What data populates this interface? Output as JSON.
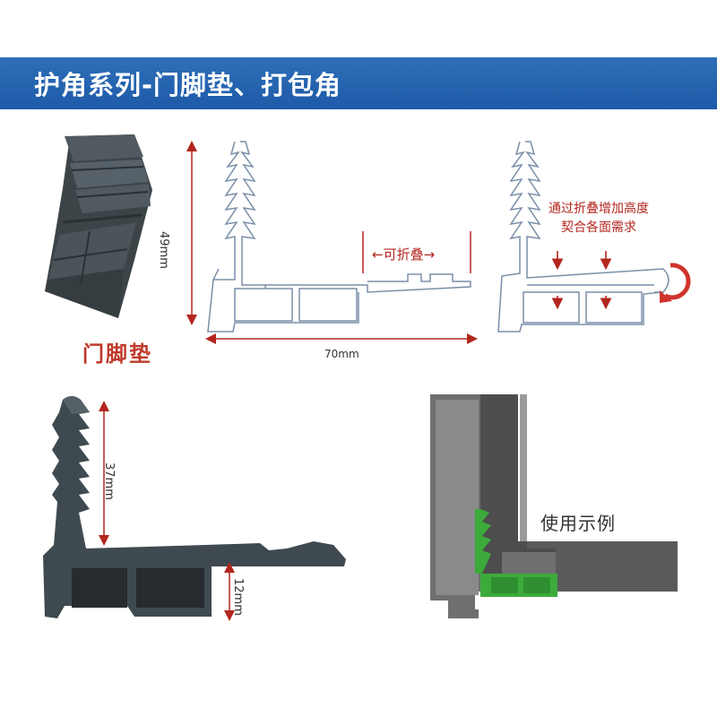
{
  "header": {
    "title": "护角系列-门脚垫、打包角",
    "background_color": "#1d5aa8"
  },
  "labels": {
    "door_pad": "门脚垫",
    "foldable": "←可折叠→",
    "height_note_line1": "通过折叠增加高度",
    "height_note_line2": "契合各面需求",
    "usage_example": "使用示例"
  },
  "dimensions": {
    "height_profile": "49mm",
    "width_profile": "70mm",
    "height_photo": "37mm",
    "base_photo": "12mm"
  },
  "colors": {
    "accent_red": "#b3261e",
    "profile_outline": "#7a8fa8",
    "product_dark": "#3d4448",
    "frame_gray": "#5e5e5e",
    "insert_green": "#3cab3c"
  },
  "icons": {
    "product_render": "door-pad-render",
    "profile_drawing": "profile-outline",
    "folded_drawing": "folded-profile-outline",
    "rotate_arrow": "rotate-arrow-icon",
    "cross_section_photo": "cross-section-render",
    "usage_photo": "window-frame-corner-render"
  }
}
